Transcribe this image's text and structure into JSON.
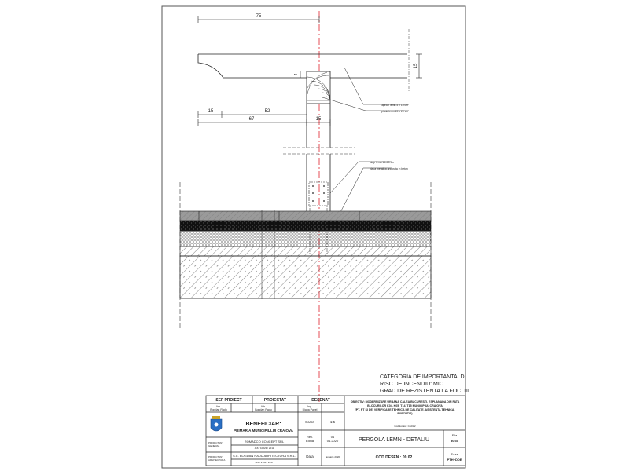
{
  "drawing": {
    "dimensions": {
      "overhang": "75",
      "rafter_height": "15",
      "notch": "4",
      "left_offset": "15",
      "inner": "52",
      "total": "67",
      "post_width": "15"
    },
    "annotations": {
      "rafter": "capriori lemn 5 x 15 cm",
      "beam": "grinda lemn 15 x 20 cm",
      "post": "stalp lemn 15x15 cm",
      "plate": "placa metalica ancorata in beton"
    },
    "colors": {
      "centerline": "#e0212b",
      "line": "#222222",
      "paving": "#9a9a9a"
    }
  },
  "category": {
    "line1": "CATEGORIA DE IMPORTANTA: D",
    "line2": "RISC DE INCENDIU: MIC",
    "line3": "GRAD DE REZISTENTA LA FOC: III"
  },
  "titleblock": {
    "sef_proiect": "SEF PROIECT",
    "proiectat": "PROIECTAT",
    "desenat": "DESENAT",
    "sef_name_1": "Arh.",
    "sef_name_2": "Bogdan Radu",
    "proj_name_1": "Arh.",
    "proj_name_2": "Bogdan Radu",
    "des_name_1": "Ing.",
    "des_name_2": "Diana Pavel",
    "beneficiar_label": "BENEFICIAR:",
    "beneficiar": "PRIMARIA MUNICIPIULUI CRAIOVA",
    "proiectant_general_label_1": "PROIECTANT",
    "proiectant_general_label_2": "GENERAL",
    "proiectant_general": "ROMADCO CONCEPT SRL",
    "proiectant_general_reg": "J16 / 10223 / 2011",
    "proiectant_arh_label_1": "PROIECTANT",
    "proiectant_arh_label_2": "ARHITECTURA",
    "proiectant_arh": "S.C. BOGDAN RADU ARHITECTURA S.R.L.",
    "proiectant_arh_reg": "J16 / 2764 / 2017",
    "scara_label": "Scara",
    "scara": "1:5",
    "rev_label_1": "Rev.",
    "rev_label_2": "Editia",
    "rev_1": "01",
    "rev_2": "01.2020",
    "data_label": "Data",
    "data": "ianuarie 2020",
    "obiectiv_1": "OBIECTIV: MODERNIZARE URBANA CALEA BUCURESTI, ESPLANADA DIN FATA",
    "obiectiv_2": "BLOCURILOR K04, K05, T14, T15 MUNICIPIUL CRAIOVA",
    "obiectiv_3": "(PT, PT SI DE, VERIFICARE TEHNICA DE CALITATE, ASISTENTA TEHNICA,",
    "obiectiv_4": "EXECUTIE)",
    "cod_lucrare": "Cod lucrare: CA01/2",
    "plansa_title": "PERGOLA LEMN - DETALIU",
    "fila_label": "Fila",
    "fila": "30/30",
    "cod_desen": "COD DESEN :  09.02",
    "faza_label": "Faza",
    "faza": "PTH+DDE"
  }
}
